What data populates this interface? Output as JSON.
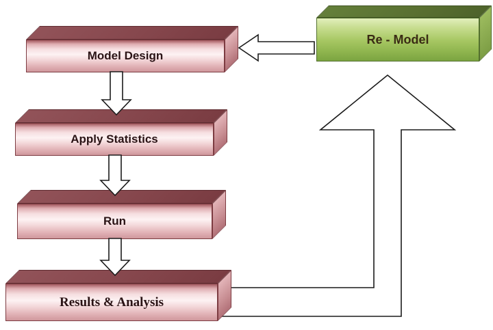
{
  "diagram": {
    "nodes": {
      "model_design": {
        "label": "Model Design"
      },
      "apply_statistics": {
        "label": "Apply Statistics"
      },
      "run": {
        "label": "Run"
      },
      "results_analysis": {
        "label": "Results & Analysis"
      },
      "re_model": {
        "label": "Re - Model"
      }
    },
    "edges": [
      {
        "from": "model_design",
        "to": "apply_statistics",
        "type": "down-arrow"
      },
      {
        "from": "apply_statistics",
        "to": "run",
        "type": "down-arrow"
      },
      {
        "from": "run",
        "to": "results_analysis",
        "type": "down-arrow"
      },
      {
        "from": "results_analysis",
        "to": "re_model",
        "type": "elbow-up-arrow"
      },
      {
        "from": "re_model",
        "to": "model_design",
        "type": "left-arrow"
      }
    ],
    "colors": {
      "pink_box_face": "#f6dfe1",
      "pink_box_top": "#86474d",
      "green_box_face": "#a7c763",
      "green_box_top": "#596f31",
      "arrow_fill": "#ffffff",
      "arrow_stroke": "#1a1a1a",
      "background": "#ffffff"
    }
  }
}
